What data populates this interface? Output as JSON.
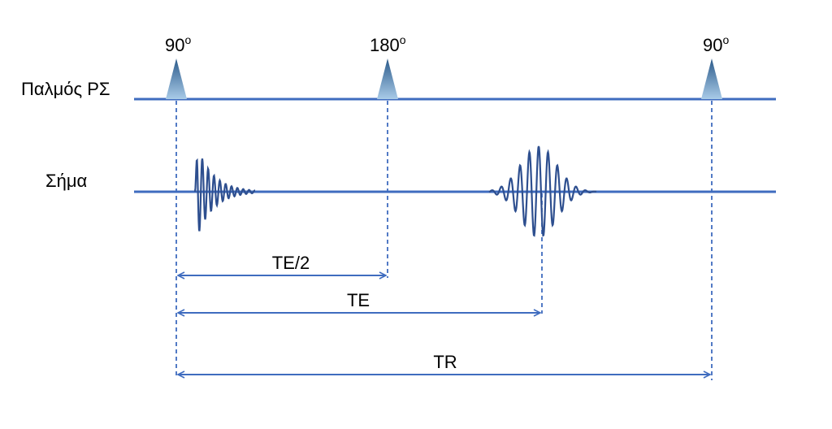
{
  "rows": {
    "pulse_label": "Παλμός ΡΣ",
    "signal_label": "Σήμα"
  },
  "pulses": [
    {
      "label": "90",
      "degree_mark": "o"
    },
    {
      "label": "180",
      "degree_mark": "o"
    },
    {
      "label": "90",
      "degree_mark": "o"
    }
  ],
  "intervals": {
    "half_echo": "TE/2",
    "echo": "TE",
    "repetition": "TR"
  },
  "colors": {
    "line": "#3f6cbf",
    "wave": "#2e4f8f",
    "pulse_top": "#2b5a8a",
    "pulse_bottom": "#a9cbe8"
  }
}
